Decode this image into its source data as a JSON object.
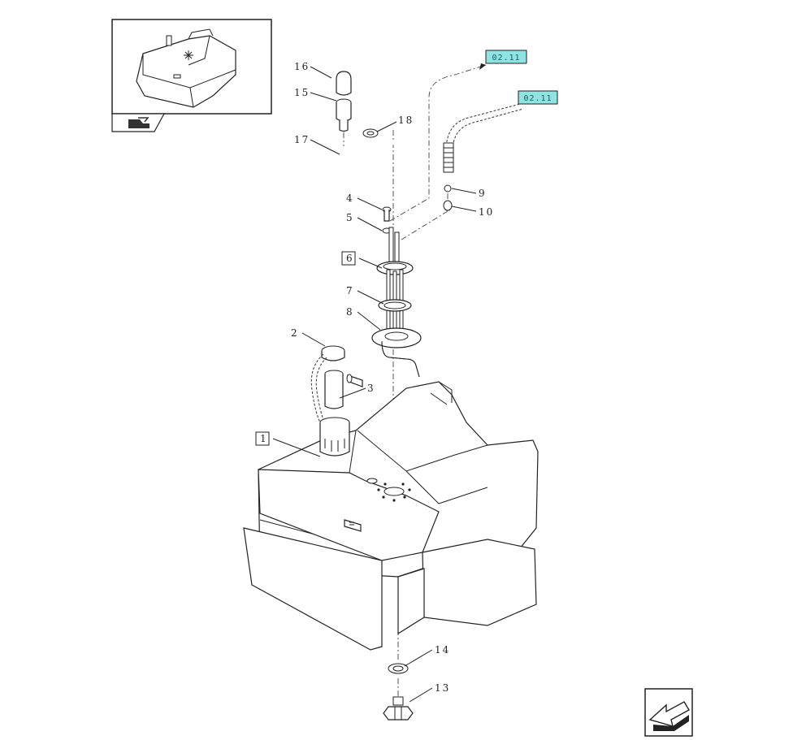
{
  "callouts": {
    "c1": "1",
    "c2": "2",
    "c3": "3",
    "c4": "4",
    "c5": "5",
    "c6": "6",
    "c7": "7",
    "c8": "8",
    "c9": "9",
    "c10": "10",
    "c13": "13",
    "c14": "14",
    "c15": "15",
    "c16": "16",
    "c17": "17",
    "c18": "18"
  },
  "references": {
    "ref_top": "02.11",
    "ref_hose": "02.11"
  },
  "colors": {
    "reference_tag_fill": "#8fe3e0",
    "line": "#222222"
  },
  "icons": {
    "thumbnail": "tractor-fuel-tank-thumbnail",
    "thumbnail_flag": "tractor-location-icon",
    "nav": "previous-page-arrow-icon"
  }
}
